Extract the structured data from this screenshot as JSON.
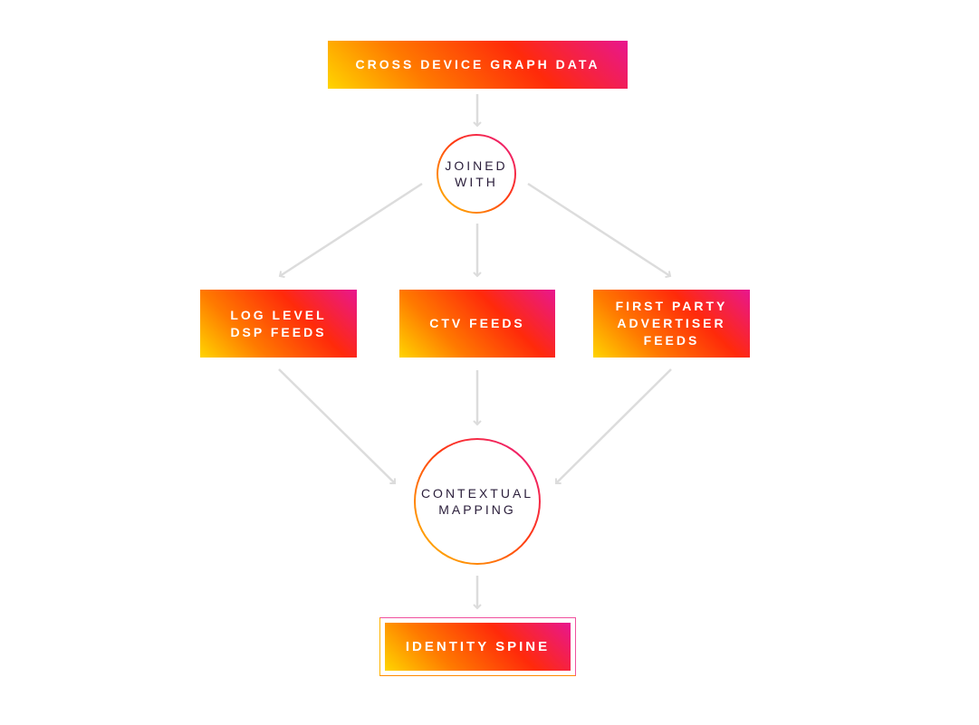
{
  "nodes": {
    "cross_device": "CROSS DEVICE GRAPH DATA",
    "joined_with": "JOINED\nWITH",
    "log_level": "LOG LEVEL\nDSP FEEDS",
    "ctv_feeds": "CTV FEEDS",
    "first_party": "FIRST PARTY\nADVERTISER\nFEEDS",
    "contextual": "CONTEXTUAL\nMAPPING",
    "identity_spine": "IDENTITY SPINE"
  },
  "colors": {
    "gradient_yellow": "#ffd500",
    "gradient_orange": "#ff7a00",
    "gradient_red": "#ff2a0a",
    "gradient_magenta": "#e8168f",
    "arrow": "#dcdcdc",
    "circle_text": "#2a1d3a"
  }
}
